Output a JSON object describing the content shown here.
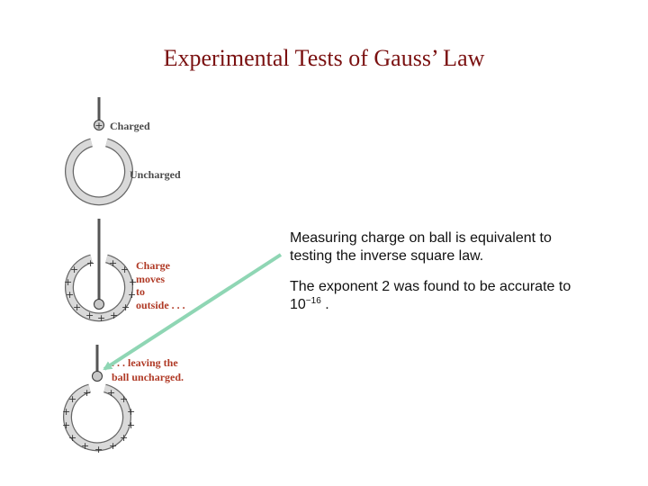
{
  "title": "Experimental Tests of Gauss’ Law",
  "labels": {
    "charged": "Charged",
    "uncharged": "Uncharged",
    "charge_line1": "Charge",
    "charge_line2": "moves",
    "charge_line3": "to",
    "charge_line4": "outside . . .",
    "leaving_line1": ". . . leaving the",
    "leaving_line2": "ball uncharged."
  },
  "text": {
    "paragraph1": "Measuring charge on ball is equivalent to testing the inverse square law.",
    "paragraph2_prefix": "The exponent 2 was found to be accurate to 10",
    "paragraph2_exp": "−16",
    "paragraph2_suffix": " ."
  },
  "colors": {
    "title": "#7a1010",
    "arrow": "#8fd6b4",
    "shell": "#d9d9d9",
    "red_label": "#b03a26"
  }
}
